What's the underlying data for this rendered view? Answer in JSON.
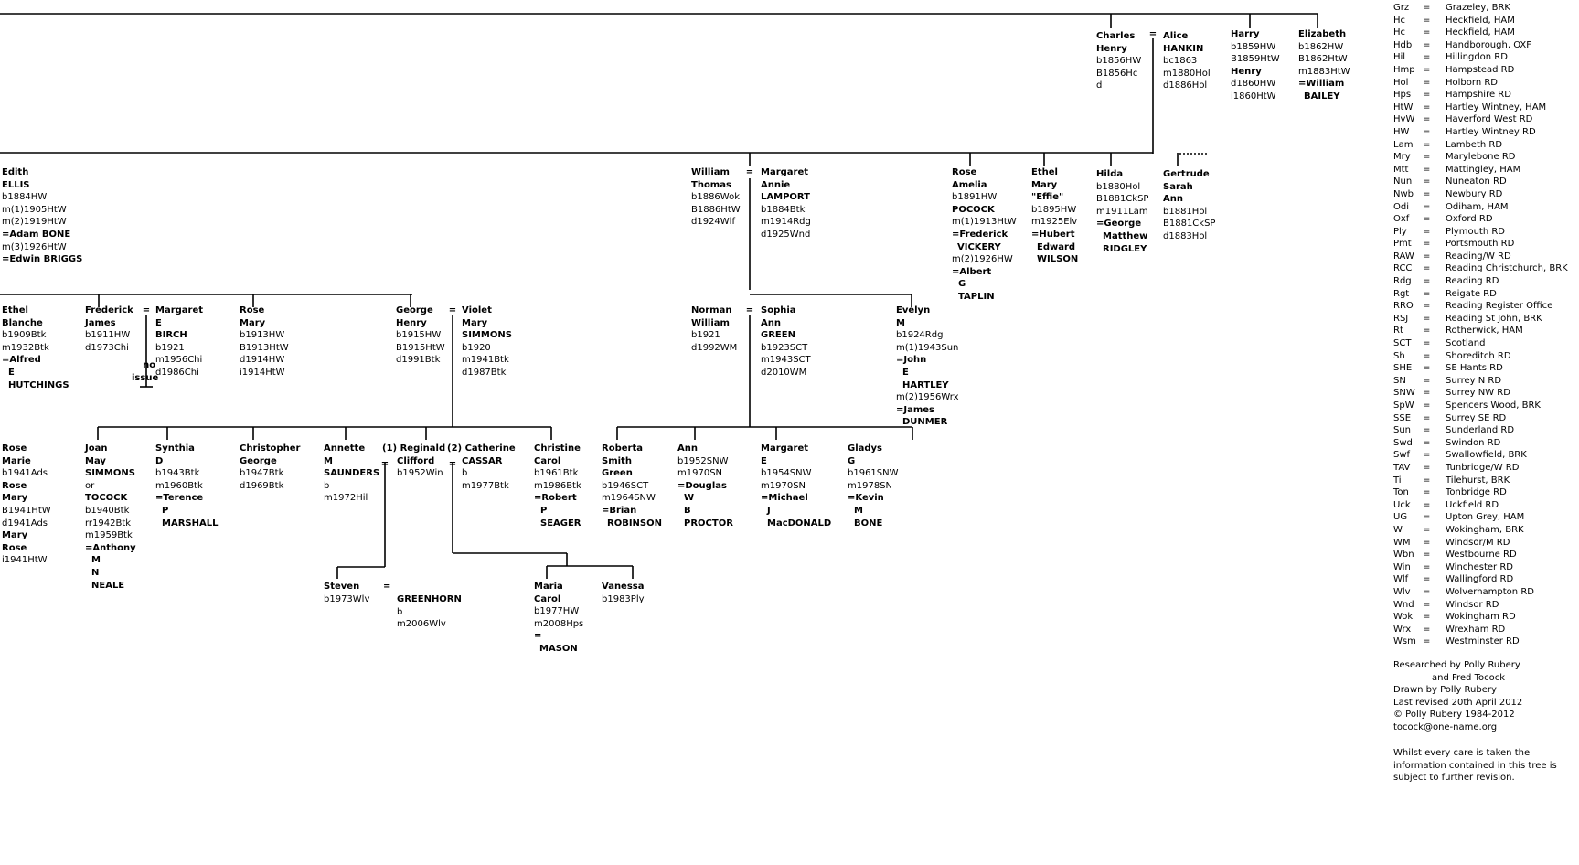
{
  "people": {
    "charles": [
      "Charles",
      "Henry",
      "b1856HW",
      "B1856Hc",
      "d"
    ],
    "alice": [
      "Alice",
      "HANKIN",
      "bc1863",
      "m1880Hol",
      "d1886Hol"
    ],
    "harry": [
      "Harry",
      "b1859HW",
      "B1859HtW",
      "Henry",
      "d1860HW",
      "i1860HtW"
    ],
    "elizabeth": [
      "Elizabeth",
      "b1862HW",
      "B1862HtW",
      "m1883HtW",
      "=William",
      "BAILEY"
    ],
    "hilda": [
      "Hilda",
      "b1880Hol",
      "B1881CkSP",
      "m1911Lam",
      "=George",
      "Matthew",
      "RIDGLEY"
    ],
    "gertrude": [
      "Gertrude",
      "Sarah",
      "Ann",
      "b1881Hol",
      "B1881CkSP",
      "d1883Hol"
    ],
    "edith": [
      "Edith",
      "ELLIS",
      "b1884HW",
      "m(1)1905HtW",
      "m(2)1919HtW",
      "=Adam BONE",
      "m(3)1926HtW",
      "=Edwin BRIGGS"
    ],
    "william": [
      "William",
      "Thomas",
      "b1886Wok",
      "B1886HtW",
      "d1924Wlf"
    ],
    "margaret_lamport": [
      "Margaret",
      "Annie",
      "LAMPORT",
      "b1884Btk",
      "m1914Rdg",
      "d1925Wnd"
    ],
    "rose_amelia": [
      "Rose",
      "Amelia",
      "b1891HW",
      "POCOCK",
      "m(1)1913HtW",
      "=Frederick",
      "VICKERY",
      "m(2)1926HW",
      "=Albert",
      "G",
      "TAPLIN"
    ],
    "ethel_mary": [
      "Ethel",
      "Mary",
      "\"Effie\"",
      "b1895HW",
      "m1925Elv",
      "=Hubert",
      "Edward",
      "WILSON"
    ],
    "ethel_blanche": [
      "Ethel",
      "Blanche",
      "b1909Btk",
      "m1932Btk",
      "=Alfred",
      "E",
      "HUTCHINGS"
    ],
    "frederick": [
      "Frederick",
      "James",
      "b1911HW",
      "d1973Chi"
    ],
    "margaret_birch": [
      "Margaret",
      "E",
      "BIRCH",
      "b1921",
      "m1956Chi",
      "d1986Chi"
    ],
    "no_issue": [
      "no",
      "issue"
    ],
    "rose_mary": [
      "Rose",
      "Mary",
      "b1913HW",
      "B1913HtW",
      "d1914HW",
      "i1914HtW"
    ],
    "george": [
      "George",
      "Henry",
      "b1915HW",
      "B1915HtW",
      "d1991Btk"
    ],
    "violet": [
      "Violet",
      "Mary",
      "SIMMONS",
      "b1920",
      "m1941Btk",
      "d1987Btk"
    ],
    "norman": [
      "Norman",
      "William",
      "b1921",
      "d1992WM"
    ],
    "sophia": [
      "Sophia",
      "Ann",
      "GREEN",
      "b1923SCT",
      "m1943SCT",
      "d2010WM"
    ],
    "evelyn": [
      "Evelyn",
      "M",
      "b1924Rdg",
      "m(1)1943Sun",
      "=John",
      "E",
      "HARTLEY",
      "m(2)1956Wrx",
      "=James",
      "DUNMER"
    ],
    "rose_marie": [
      "Rose",
      "Marie",
      "b1941Ads",
      "Rose",
      "Mary",
      "B1941HtW",
      "d1941Ads",
      "Mary",
      "Rose",
      "i1941HtW"
    ],
    "joan": [
      "Joan",
      "May",
      "SIMMONS",
      "or",
      "TOCOCK",
      "b1940Btk",
      "rr1942Btk",
      "m1959Btk",
      "=Anthony",
      "M",
      "N",
      "NEALE"
    ],
    "synthia": [
      "Synthia",
      "D",
      "b1943Btk",
      "m1960Btk",
      "=Terence",
      "P",
      "MARSHALL"
    ],
    "christopher": [
      "Christopher",
      "George",
      "b1947Btk",
      "d1969Btk"
    ],
    "annette": [
      "Annette",
      "M",
      "SAUNDERS",
      "b",
      "m1972Hil"
    ],
    "reginald": [
      "(1) Reginald",
      "Clifford",
      "b1952Win"
    ],
    "catherine": [
      "(2) Catherine",
      "CASSAR",
      "b",
      "m1977Btk"
    ],
    "christine": [
      "Christine",
      "Carol",
      "b1961Btk",
      "m1986Btk",
      "=Robert",
      "P",
      "SEAGER"
    ],
    "roberta": [
      "Roberta",
      "Smith",
      "Green",
      "b1946SCT",
      "m1964SNW",
      "=Brian",
      "ROBINSON"
    ],
    "ann": [
      "Ann",
      "b1952SNW",
      "m1970SN",
      "=Douglas",
      "W",
      "B",
      "PROCTOR"
    ],
    "margaret_e": [
      "Margaret",
      "E",
      "b1954SNW",
      "m1970SN",
      "=Michael",
      "J",
      "MacDONALD"
    ],
    "gladys": [
      "Gladys",
      "G",
      "b1961SNW",
      "m1978SN",
      "=Kevin",
      "M",
      "BONE"
    ],
    "steven": [
      "Steven",
      "b1973Wlv"
    ],
    "greenhorn": [
      "GREENHORN",
      "b",
      "m2006Wlv"
    ],
    "maria": [
      "Maria",
      "Carol",
      "b1977HW",
      "m2008Hps",
      "=",
      "MASON"
    ],
    "vanessa": [
      "Vanessa",
      "b1983Ply"
    ]
  },
  "legend": [
    [
      "Grz",
      "=",
      "Grazeley, BRK"
    ],
    [
      "Hc",
      "=",
      "Heckfield, HAM"
    ],
    [
      "Hc",
      "=",
      "Heckfield, HAM"
    ],
    [
      "Hdb",
      "=",
      "Handborough, OXF"
    ],
    [
      "Hil",
      "=",
      "Hillingdon RD"
    ],
    [
      "Hmp",
      "=",
      "Hampstead RD"
    ],
    [
      "Hol",
      "=",
      "Holborn RD"
    ],
    [
      "Hps",
      "=",
      "Hampshire RD"
    ],
    [
      "HtW",
      "=",
      "Hartley Wintney, HAM"
    ],
    [
      "HvW",
      "=",
      "Haverford West RD"
    ],
    [
      "HW",
      "=",
      "Hartley Wintney RD"
    ],
    [
      "Lam",
      "=",
      "Lambeth RD"
    ],
    [
      "Mry",
      "=",
      "Marylebone RD"
    ],
    [
      "Mtt",
      "=",
      "Mattingley, HAM"
    ],
    [
      "Nun",
      "=",
      "Nuneaton RD"
    ],
    [
      "Nwb",
      "=",
      "Newbury RD"
    ],
    [
      "Odi",
      "=",
      "Odiham, HAM"
    ],
    [
      "Oxf",
      "=",
      "Oxford RD"
    ],
    [
      "Ply",
      "=",
      "Plymouth RD"
    ],
    [
      "Pmt",
      "=",
      "Portsmouth RD"
    ],
    [
      "RAW",
      "=",
      "Reading/W RD"
    ],
    [
      "RCC",
      "=",
      "Reading Christchurch, BRK"
    ],
    [
      "Rdg",
      "=",
      "Reading RD"
    ],
    [
      "Rgt",
      "=",
      "Reigate RD"
    ],
    [
      "RRO",
      "=",
      "Reading Register Office"
    ],
    [
      "RSJ",
      "=",
      "Reading St John, BRK"
    ],
    [
      "Rt",
      "=",
      "Rotherwick, HAM"
    ],
    [
      "SCT",
      "=",
      "Scotland"
    ],
    [
      "Sh",
      "=",
      "Shoreditch RD"
    ],
    [
      "SHE",
      "=",
      "SE Hants RD"
    ],
    [
      "SN",
      "=",
      "Surrey N RD"
    ],
    [
      "SNW",
      "=",
      "Surrey NW RD"
    ],
    [
      "SpW",
      "=",
      "Spencers Wood, BRK"
    ],
    [
      "SSE",
      "=",
      "Surrey SE RD"
    ],
    [
      "Sun",
      "=",
      "Sunderland RD"
    ],
    [
      "Swd",
      "=",
      "Swindon RD"
    ],
    [
      "Swf",
      "=",
      "Swallowfield, BRK"
    ],
    [
      "TAV",
      "=",
      "Tunbridge/W RD"
    ],
    [
      "Ti",
      "=",
      "Tilehurst, BRK"
    ],
    [
      "Ton",
      "=",
      "Tonbridge RD"
    ],
    [
      "Uck",
      "=",
      "Uckfield RD"
    ],
    [
      "UG",
      "=",
      "Upton Grey, HAM"
    ],
    [
      "W",
      "=",
      "Wokingham, BRK"
    ],
    [
      "WM",
      "=",
      "Windsor/M RD"
    ],
    [
      "Wbn",
      "=",
      "Westbourne RD"
    ],
    [
      "Win",
      "=",
      "Winchester RD"
    ],
    [
      "Wlf",
      "=",
      "Wallingford RD"
    ],
    [
      "Wlv",
      "=",
      "Wolverhampton RD"
    ],
    [
      "Wnd",
      "=",
      "Windsor RD"
    ],
    [
      "Wok",
      "=",
      "Wokingham RD"
    ],
    [
      "Wrx",
      "=",
      "Wrexham RD"
    ],
    [
      "Wsm",
      "=",
      "Westminster RD"
    ]
  ],
  "credits": [
    "Researched by Polly Rubery",
    "and Fred Tocock",
    "Drawn by Polly Rubery",
    "Last revised 20th April 2012",
    "© Polly Rubery 1984-2012",
    "tocock@one-name.org"
  ],
  "disclaimer": "Whilst every care is taken the information contained in this tree is subject to further revision.",
  "marriage_sign": "="
}
